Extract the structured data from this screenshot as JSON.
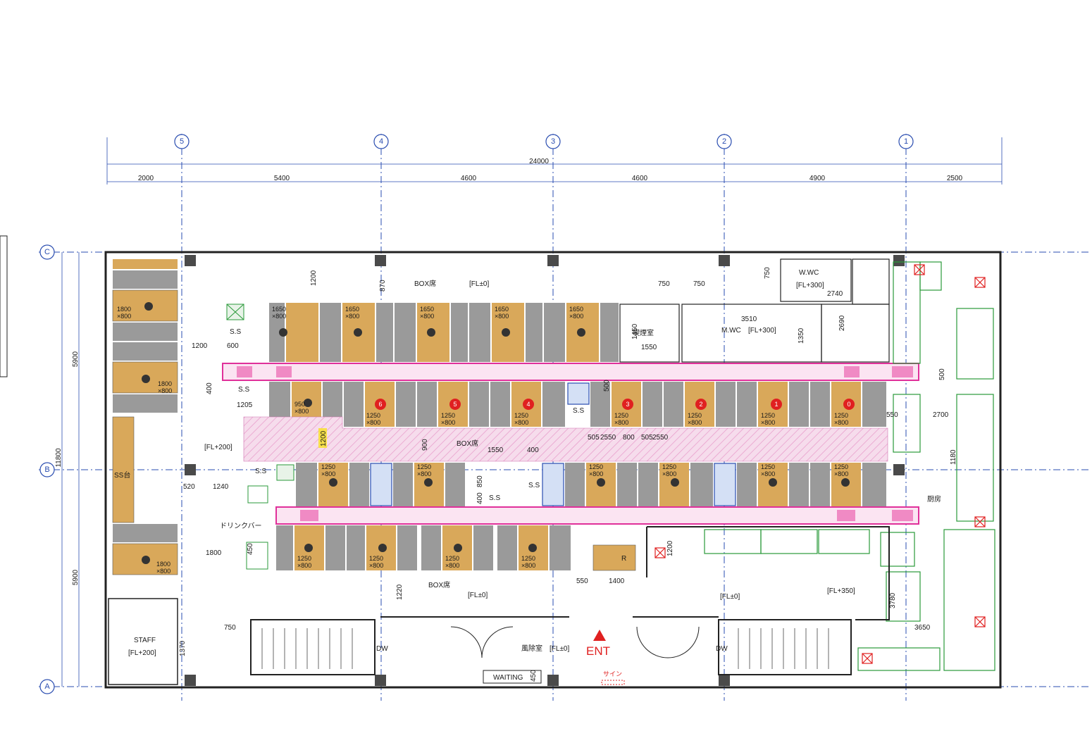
{
  "grid": {
    "columns": [
      "5",
      "4",
      "3",
      "2",
      "1"
    ],
    "rows": [
      "C",
      "B",
      "A"
    ]
  },
  "dimensions": {
    "total": "24000",
    "spans": [
      "2000",
      "5400",
      "4600",
      "4600",
      "4900",
      "2500"
    ],
    "vertical_total": "11800",
    "vertical_spans": [
      "5900",
      "5900"
    ],
    "misc": [
      "1200",
      "870",
      "750",
      "750",
      "750",
      "2740",
      "2690",
      "1450",
      "1550",
      "3510",
      "1350",
      "1200",
      "600",
      "400",
      "1205",
      "1200",
      "900",
      "1550",
      "400",
      "850",
      "400",
      "520",
      "1240",
      "1800",
      "1220",
      "550",
      "1400",
      "500",
      "550",
      "2700",
      "1180",
      "3780",
      "3650",
      "1370",
      "750",
      "450",
      "1200",
      "505",
      "2550",
      "800",
      "505",
      "2550",
      "500"
    ]
  },
  "labels": {
    "box_top": "BOX席",
    "fl_top": "[FL±0]",
    "box_mid": "BOX席",
    "box_bottom": "BOX席",
    "fl_bottom": "[FL±0]",
    "fl_left": "[FL+200]",
    "ss_counter": "SS台",
    "drink_bar": "ドリンクバー",
    "staff": "STAFF",
    "staff_fl": "[FL+200]",
    "vestibule": "風除室",
    "vestibule_fl": "[FL±0]",
    "entrance": "ENT",
    "sign": "サイン",
    "waiting": "WAITING",
    "waiting_dim": "450",
    "smoking": "喫煙室",
    "wwc": "W.WC",
    "wwc_fl": "[FL+300]",
    "mwc": "M.WC",
    "mwc_fl": "[FL+300]",
    "kitchen": "厨房",
    "kitchen_fl": "[FL+350]",
    "back_fl": "[FL±0]",
    "dw": "DW",
    "ss": "S.S",
    "r_box": "R"
  },
  "seats": {
    "top_row": [
      "1650\n×800",
      "1650\n×800",
      "1650\n×800",
      "1650\n×800",
      "1650\n×800"
    ],
    "lane_numbers_top": [
      "6",
      "5",
      "4",
      "3",
      "2",
      "1",
      "0"
    ],
    "seat_size": "1250\n×800",
    "left_booth": "1800\n×800",
    "small_booth": "950\n×800"
  },
  "colors": {
    "wood": "#d9a85a",
    "grey": "#9a9a9a",
    "lane": "#e0309a",
    "lane_fill": "#f3cfe6",
    "kitchen": "#2a9a3a",
    "grid": "#2a4db0",
    "entrance": "#e02020",
    "wall": "#222222"
  }
}
